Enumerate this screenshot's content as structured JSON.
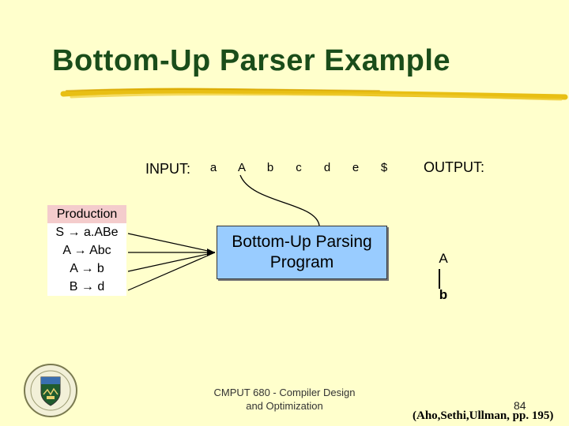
{
  "slide": {
    "title": "Bottom-Up Parser Example",
    "input_label": "INPUT:",
    "input_tokens": [
      "a",
      "A",
      "b",
      "c",
      "d",
      "e",
      "$"
    ],
    "output_label": "OUTPUT:",
    "production_table": {
      "header": "Production",
      "rows": [
        "S → a.ABe",
        "A → Abc",
        "A → b",
        "B → d"
      ]
    },
    "parser_box": {
      "line1": "Bottom-Up Parsing",
      "line2": "Program"
    },
    "output_tree": {
      "parent": "A",
      "child": "b"
    },
    "footer": {
      "line1": "CMPUT 680 - Compiler Design",
      "line2": "and Optimization"
    },
    "page_number": "84",
    "citation": "(Aho,Sethi,Ullman, pp. 195)",
    "colors": {
      "background": "#ffffcc",
      "title": "#1a4d1a",
      "parser_box": "#99ccff",
      "production_header": "#f4cccc",
      "underline": "#e6b800"
    }
  }
}
